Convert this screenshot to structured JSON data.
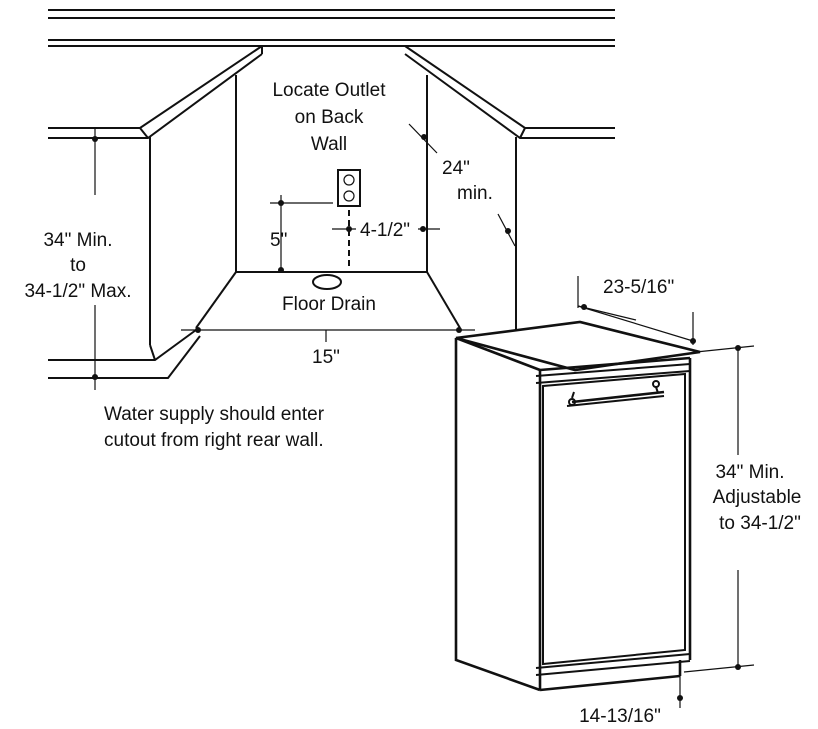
{
  "labels": {
    "outlet_line1": "Locate Outlet",
    "outlet_line2": "on Back",
    "outlet_line3": "Wall",
    "depth_24_line1": "24\"",
    "depth_24_line2": "min.",
    "height_left_line1": "34\" Min.",
    "height_left_line2": "to",
    "height_left_line3": "34-1/2\" Max.",
    "outlet_height": "5\"",
    "outlet_offset": "4-1/2\"",
    "floor_drain": "Floor Drain",
    "opening_width": "15\"",
    "water_note_line1": "Water supply should enter",
    "water_note_line2": "cutout from right rear wall.",
    "unit_depth": "23-5/16\"",
    "unit_height_line1": "34\" Min.",
    "unit_height_line2": "Adjustable",
    "unit_height_line3": "to 34-1/2\"",
    "unit_width": "14-13/16\""
  },
  "colors": {
    "ink": "#111111",
    "background": "#ffffff"
  }
}
